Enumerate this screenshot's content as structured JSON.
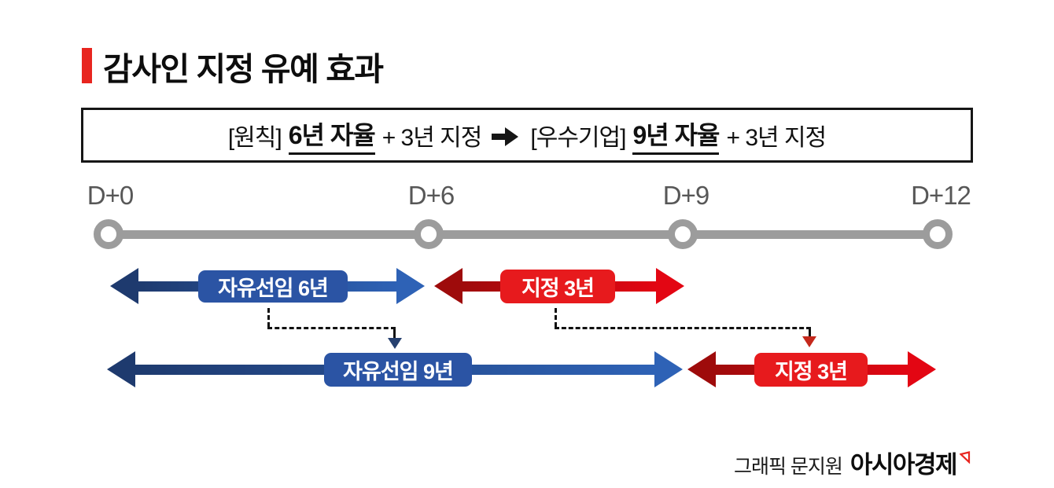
{
  "title": "감사인 지정 유예 효과",
  "formula": {
    "principle_prefix": "[원칙]",
    "principle_strong": "6년 자율",
    "principle_suffix": "+ 3년 지정",
    "excellent_prefix": "[우수기업]",
    "excellent_strong": "9년 자율",
    "excellent_suffix": "+ 3년 지정"
  },
  "timeline": {
    "ticks": [
      "D+0",
      "D+6",
      "D+9",
      "D+12"
    ]
  },
  "rows": {
    "top": {
      "free": "자유선임 6년",
      "designated": "지정 3년"
    },
    "bottom": {
      "free": "자유선임 9년",
      "designated": "지정 3년"
    }
  },
  "footer": {
    "credit": "그래픽 문지원",
    "brand": "아시아경제"
  },
  "colors": {
    "accent_red": "#e8251f",
    "blue_dark": "#1e3a6e",
    "blue_bright": "#2e62b6",
    "blue_box": "#2b54a4",
    "red_dark": "#9e0b0b",
    "red_bright": "#e30613",
    "red_box": "#e71a1d",
    "timeline_gray": "#9c9c9c"
  }
}
